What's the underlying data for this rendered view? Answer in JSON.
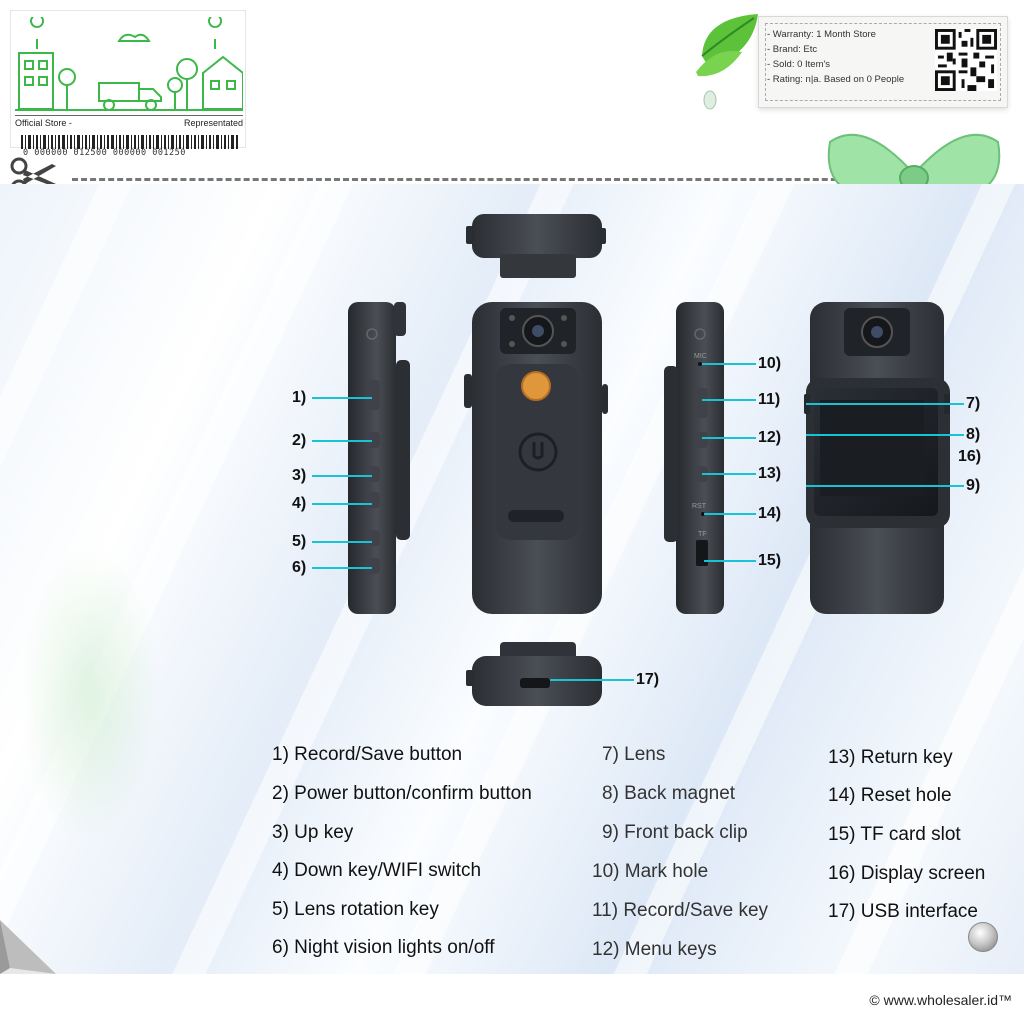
{
  "store": {
    "label": "Official Store -",
    "status": "Representated",
    "barcode_number": "0 000000 012500 000000 001250"
  },
  "info": {
    "warranty": "- Warranty: 1 Month Store",
    "brand": "- Brand: Etc",
    "sold": "- Sold: 0 Item's",
    "rating": "- Rating: n|a. Based on 0 People"
  },
  "callouts": [
    "1)",
    "2)",
    "3)",
    "4)",
    "5)",
    "6)",
    "7)",
    "8)",
    "9)",
    "10)",
    "11)",
    "12)",
    "13)",
    "14)",
    "15)",
    "16)",
    "17)"
  ],
  "device_labels": {
    "mic": "MIC",
    "reset": "RST",
    "tf": "TF"
  },
  "legend": [
    "1) Record/Save button",
    "2) Power button/confirm button",
    "3) Up key",
    "4) Down key/WIFI switch",
    "5) Lens rotation key",
    "6) Night vision lights on/off",
    "7) Lens",
    "8) Back magnet",
    "9) Front back clip",
    "10) Mark hole",
    "11) Record/Save key",
    "12) Menu keys",
    "13) Return key",
    "14) Reset hole",
    "15) TF card slot",
    "16) Display screen",
    "17) USB interface"
  ],
  "footer": {
    "copyright": "© www.wholesaler.id™"
  },
  "colors": {
    "accent_green": "#3cb84a",
    "callout_line": "#19c3d6",
    "device_body": "#3a3d42"
  }
}
